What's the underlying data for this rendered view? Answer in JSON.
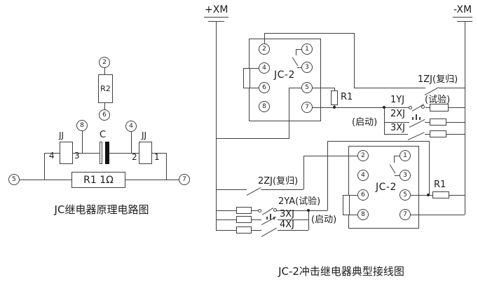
{
  "left": {
    "caption": "JC继电器原理电路图",
    "r2_label": "R2",
    "r1_label": "R1    1Ω",
    "cap_label": "C",
    "jj_left": "JJ",
    "jj_right": "JJ",
    "terminals": {
      "t2": "2",
      "t6": "6",
      "t8": "8",
      "t4": "4",
      "t5": "5",
      "t7": "7"
    },
    "coil_nums": {
      "n4": "4",
      "n3": "3",
      "n2": "2",
      "n1": "1"
    }
  },
  "right": {
    "caption": "JC-2冲击继电器典型接线图",
    "bus_plus": "+XM",
    "bus_minus": "-XM",
    "top_relay": {
      "label": "JC-2",
      "left_pins": [
        "2",
        "4",
        "6",
        "8"
      ],
      "right_pins": [
        "1",
        "3",
        "5",
        "7"
      ]
    },
    "bottom_relay": {
      "label": "JC-2",
      "left_pins": [
        "2",
        "4",
        "6",
        "8"
      ],
      "right_pins": [
        "1",
        "3",
        "5",
        "7"
      ]
    },
    "r1_top": "R1",
    "r1_bottom": "R1",
    "labels": {
      "zj1": "1ZJ(复归)",
      "yj1": "1YJ",
      "test_top": "(试验)",
      "xj2": "2XJ",
      "xj3_top": "3XJ",
      "start_top": "(启动)",
      "zj2": "2ZJ(复归)",
      "ya2": "2YA(试验)",
      "xj3_bot": "3XJ",
      "xj4": "4XJ",
      "start_bot": "(启动)"
    }
  }
}
